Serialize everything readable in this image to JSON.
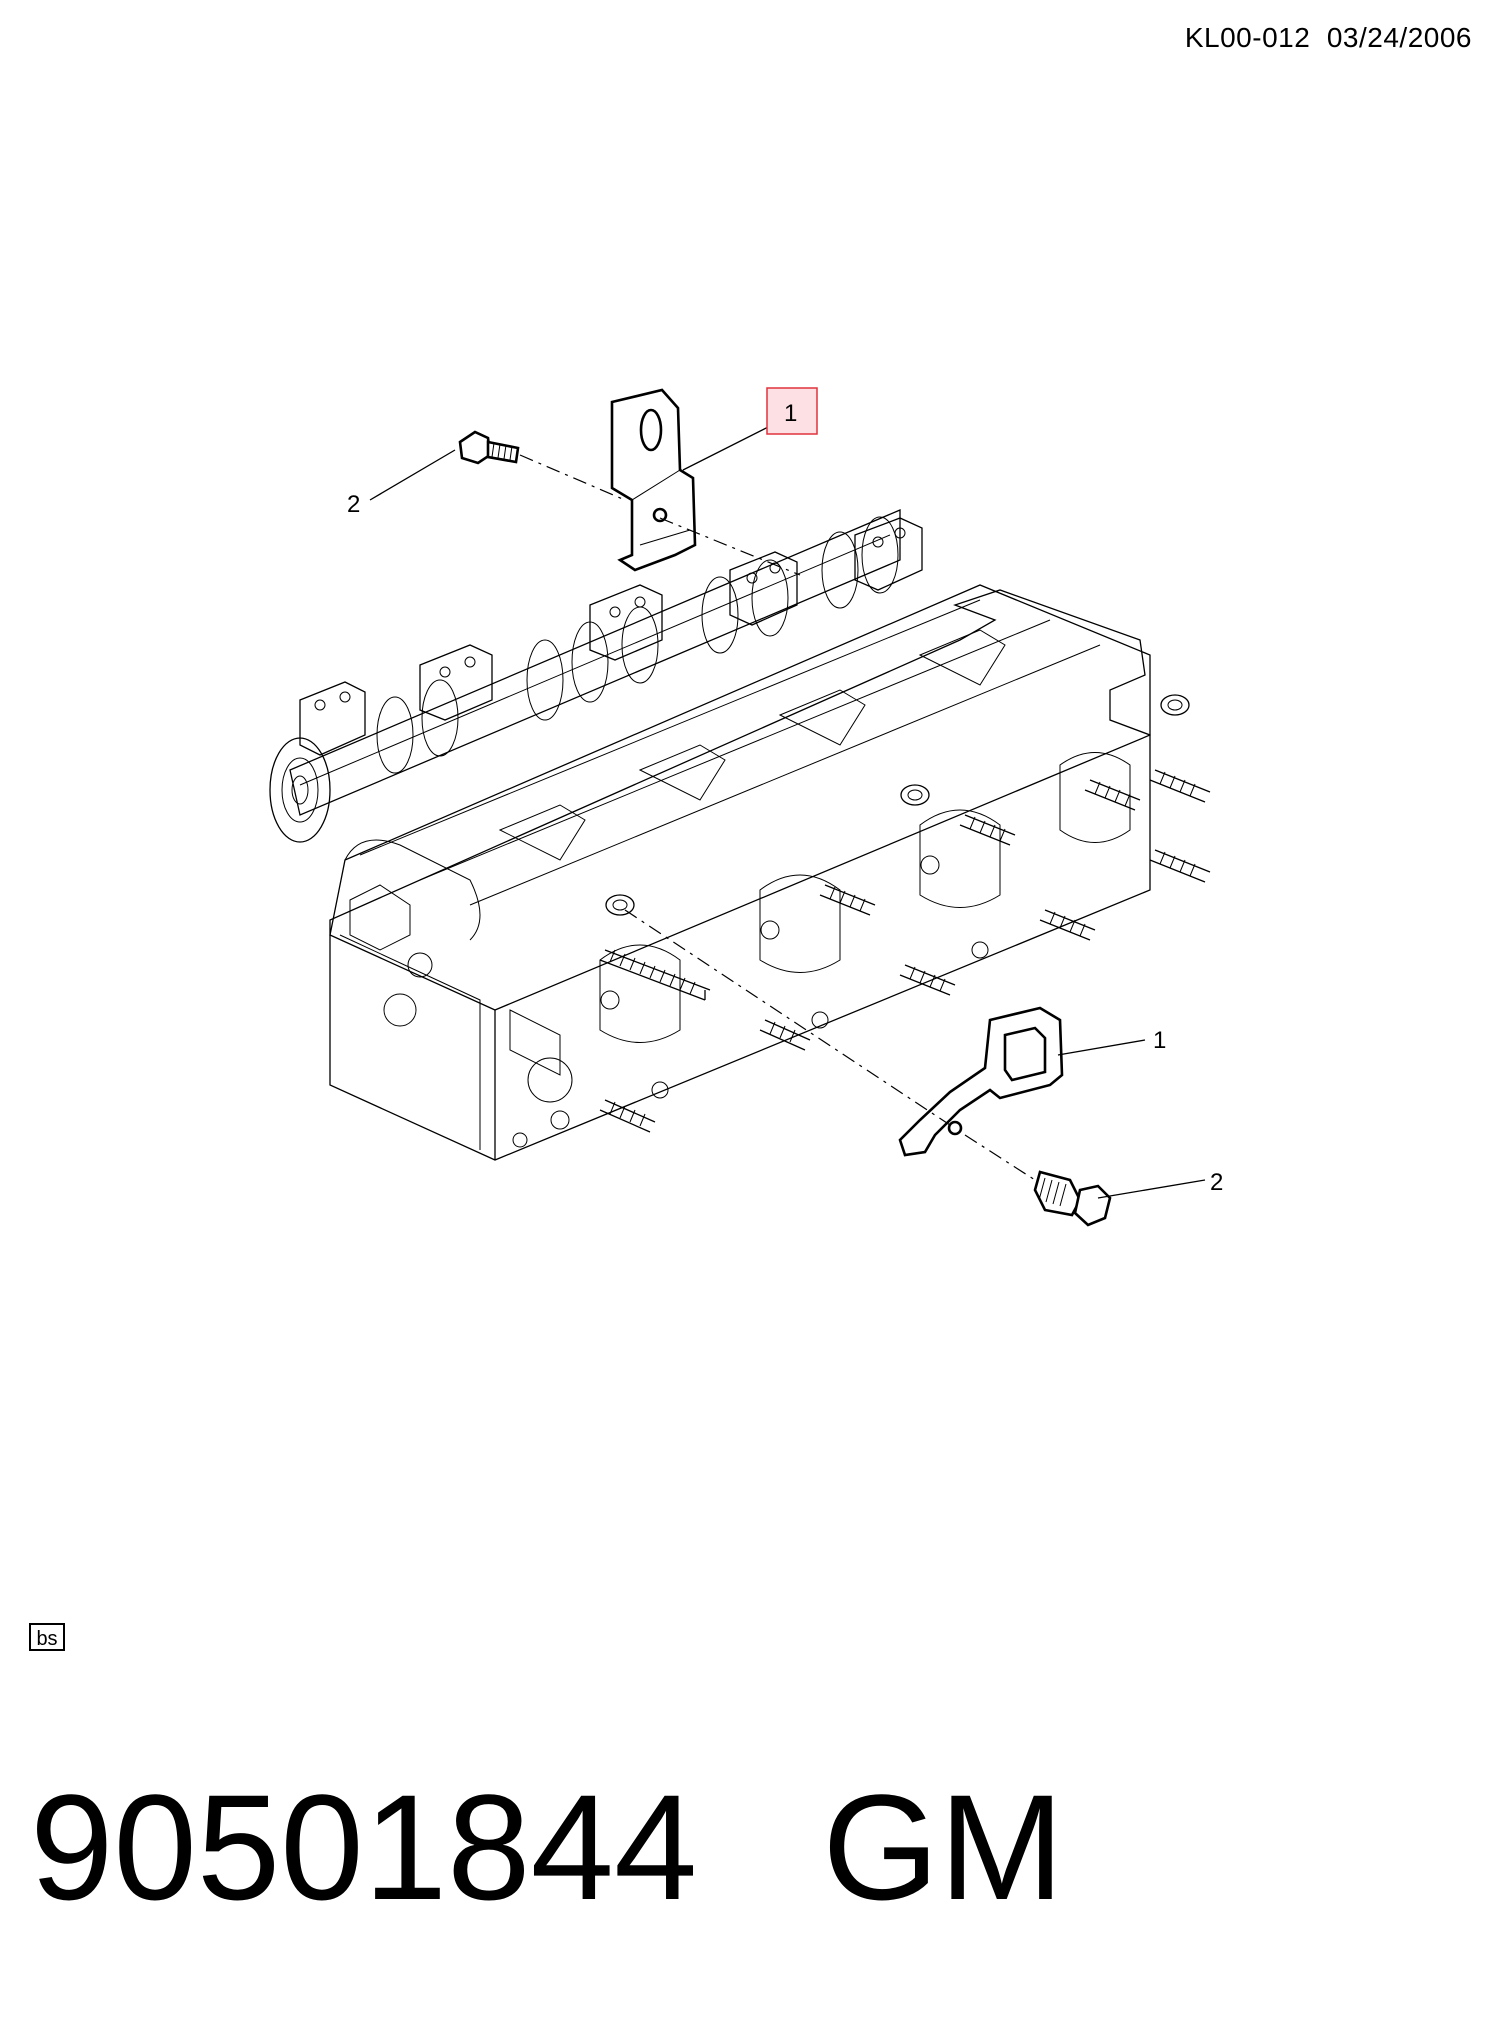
{
  "header": {
    "document_code": "KL00-012  03/24/2006"
  },
  "callouts": [
    {
      "label": "1",
      "highlighted": true
    },
    {
      "label": "2"
    },
    {
      "label": "1"
    },
    {
      "label": "2"
    }
  ],
  "badge": {
    "label": "bs"
  },
  "footer": {
    "part_number": "90501844   GM"
  },
  "colors": {
    "highlight_fill": "#fde0e3",
    "highlight_stroke": "#e0323c",
    "line": "#000000"
  }
}
